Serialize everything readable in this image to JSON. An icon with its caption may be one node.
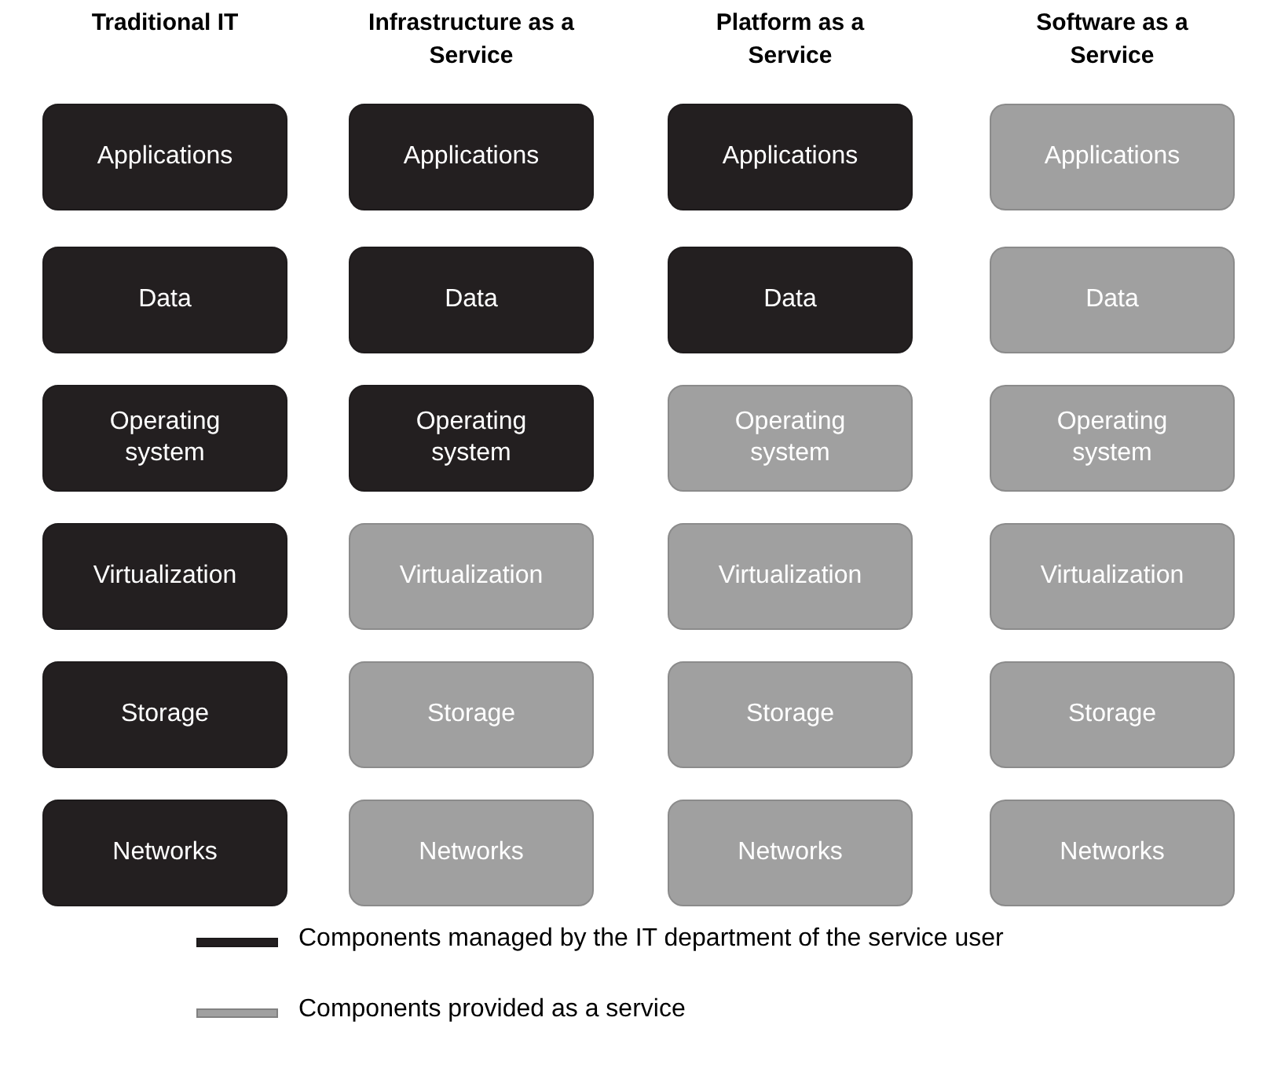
{
  "diagram": {
    "nodes": [
      {
        "text": [
          "Applications"
        ]
      },
      {
        "text": [
          "Applications"
        ]
      },
      {
        "text": [
          "Applications"
        ]
      },
      {
        "text": [
          "Applications"
        ]
      },
      {
        "text": [
          "Data"
        ]
      },
      {
        "text": [
          "Data"
        ]
      },
      {
        "text": [
          "Data"
        ]
      },
      {
        "text": [
          "Data"
        ]
      },
      {
        "text": [
          "Operating system"
        ]
      },
      {
        "text": [
          "Operating system"
        ]
      },
      {
        "text": [
          "Operating system"
        ]
      },
      {
        "text": [
          "Operating system"
        ]
      },
      {
        "text": [
          "Virtualization"
        ]
      },
      {
        "text": [
          "Virtualization"
        ]
      },
      {
        "text": [
          "Virtualization"
        ]
      },
      {
        "text": [
          "Virtualization"
        ]
      },
      {
        "text": [
          "Storage"
        ]
      },
      {
        "text": [
          "Storage"
        ]
      },
      {
        "text": [
          "Storage"
        ]
      },
      {
        "text": [
          "Storage"
        ]
      },
      {
        "text": [
          "Networks"
        ]
      },
      {
        "text": [
          "Networks"
        ]
      },
      {
        "text": [
          "Networks"
        ]
      },
      {
        "text": [
          "Networks"
        ]
      }
    ],
    "labels": [
      "Traditional IT",
      "Infrastructure as a Service",
      "Platform as a Service",
      "Software as a Service"
    ],
    "legend": [
      {
        "text": "Components managed by the IT department of the service user",
        "color": "#231f20"
      },
      {
        "text": "Components provided as a service",
        "color": "#a0a0a0"
      }
    ]
  }
}
